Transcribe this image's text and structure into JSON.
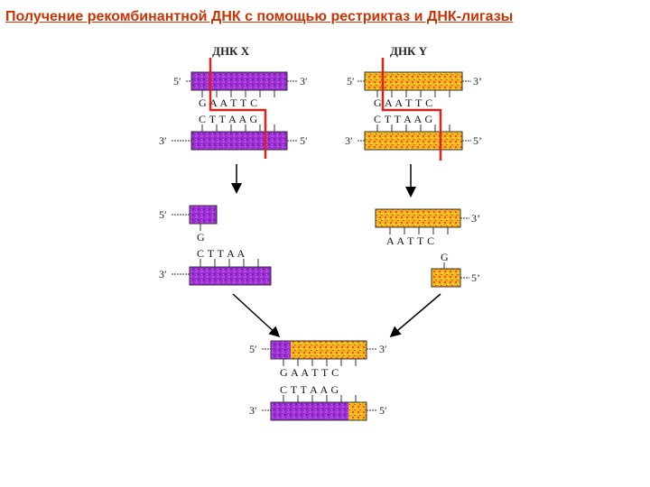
{
  "title": "Получение рекомбинантной ДНК с помощью рестриктаз и ДНК-лигазы",
  "dna_x": {
    "header": "ДНК X",
    "top_left": "5′",
    "top_right": "3′",
    "bottom_left": "3′",
    "bottom_right": "5′",
    "top_bases": "G A A T T C",
    "bottom_bases": "C T T A A G"
  },
  "dna_y": {
    "header": "ДНК Y",
    "top_left": "5′",
    "top_right": "3’",
    "bottom_left": "3′",
    "bottom_right": "5’",
    "top_bases": "G A A T T C",
    "bottom_bases": "C T T A A G"
  },
  "fragment_x": {
    "top_left": "5′",
    "bottom_left": "3′",
    "top_bases": "G",
    "bottom_bases": "C T T A A"
  },
  "fragment_y": {
    "top_right": "3’",
    "bottom_right": "5’",
    "top_bases": "A A T T C",
    "bottom_bases": "G"
  },
  "recombinant": {
    "top_left": "5′",
    "top_right": "3′",
    "bottom_left": "3′",
    "bottom_right": "5′",
    "top_bases": "G A A T T C",
    "bottom_bases": "C T T A A G"
  },
  "colors": {
    "title": "#cc3300",
    "dna_x": "#9a2fd6",
    "dna_y": "#f2b51c",
    "cut_line": "#e0201b"
  }
}
